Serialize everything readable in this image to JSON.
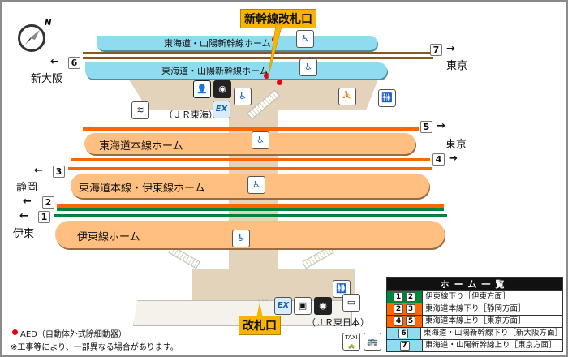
{
  "map": {
    "title_callouts": {
      "shinkansen_gate": "新幹線改札口",
      "gate": "改札口"
    },
    "compass": {
      "label": "N"
    },
    "platforms": [
      {
        "id": "shinkansen-upper",
        "label": "東海道・山陽新幹線ホーム",
        "color": "#8fdcf0"
      },
      {
        "id": "shinkansen-lower",
        "label": "東海道・山陽新幹線ホーム",
        "color": "#8fdcf0"
      },
      {
        "id": "tokaido-main",
        "label": "東海道本線ホーム",
        "color": "#ffbf80"
      },
      {
        "id": "tokaido-ito",
        "label": "東海道本線・伊東線ホーム",
        "color": "#ffbf80"
      },
      {
        "id": "ito",
        "label": "伊東線ホーム",
        "color": "#ffbf80"
      }
    ],
    "tracks": [
      {
        "num": "7",
        "direction": "→",
        "destination": "東京",
        "color": "#8b5a1a"
      },
      {
        "num": "6",
        "direction": "←",
        "destination": "新大阪",
        "color": "#8b5a1a"
      },
      {
        "num": "5",
        "direction": "→",
        "destination": "東京",
        "color": "#ff6600"
      },
      {
        "num": "4",
        "direction": "→",
        "destination": "",
        "color": "#ff6600"
      },
      {
        "num": "3",
        "direction": "←",
        "destination": "静岡",
        "color": "#ff6600"
      },
      {
        "num": "2",
        "direction": "←",
        "destination": "",
        "color": "#ff6600"
      },
      {
        "num": "1",
        "direction": "←",
        "destination": "伊東",
        "color": "#00843d"
      }
    ],
    "labels": {
      "jr_central": "（ＪＲ東海）",
      "jr_east": "（ＪＲ東日本）"
    },
    "icons": {
      "ex": "EX",
      "taxi": "TAXI"
    }
  },
  "footnotes": {
    "aed": "AED（自動体外式除細動器）",
    "notice": "※工事等により、一部異なる場合があります。"
  },
  "legend": {
    "title": "ホーム一覧",
    "rows": [
      {
        "nums": [
          "1",
          "2"
        ],
        "text": "伊東線下り［伊東方面］",
        "color": "#00843d"
      },
      {
        "nums": [
          "2",
          "3"
        ],
        "text": "東海道本線下り［静岡方面］",
        "color": "#ff6600"
      },
      {
        "nums": [
          "4",
          "5"
        ],
        "text": "東海道本線上り［東京方面］",
        "color": "#ff6600"
      },
      {
        "nums": [
          "6"
        ],
        "text": "東海道・山陽新幹線下り［新大阪方面］",
        "color": "#8fdcf0"
      },
      {
        "nums": [
          "7"
        ],
        "text": "東海道・山陽新幹線上り［東京方面］",
        "color": "#8fdcf0"
      }
    ]
  }
}
